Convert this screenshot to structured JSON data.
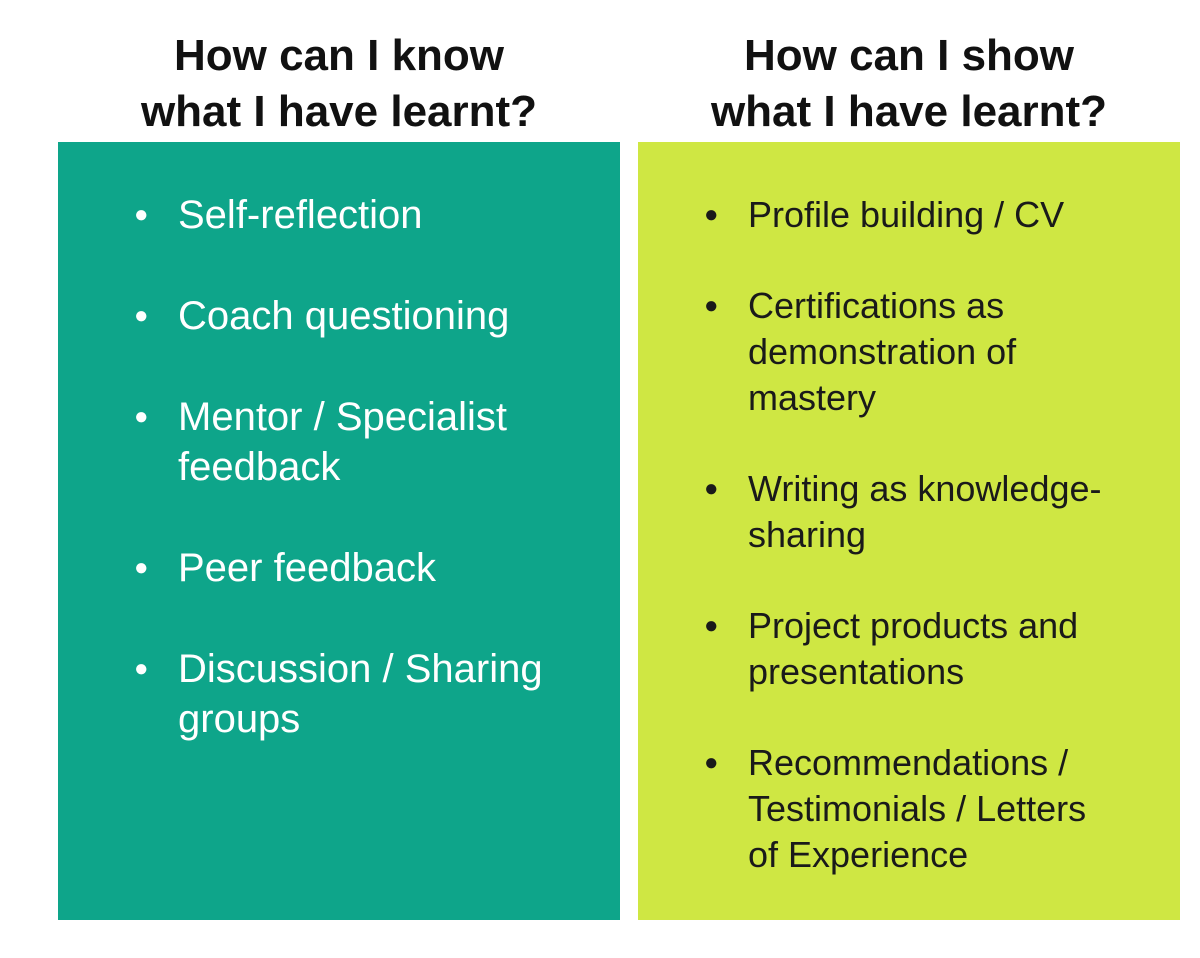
{
  "left": {
    "heading": [
      "How can I know",
      "what I have learnt?"
    ],
    "color": "#0ea58a",
    "items": [
      [
        "Self-reflection"
      ],
      [
        "Coach questioning"
      ],
      [
        "Mentor / Specialist",
        "feedback"
      ],
      [
        "Peer feedback"
      ],
      [
        "Discussion / Sharing",
        "groups"
      ]
    ]
  },
  "right": {
    "heading": [
      "How can I show",
      "what I have learnt?"
    ],
    "color": "#cfe743",
    "items": [
      [
        "Profile building / CV"
      ],
      [
        "Certifications as",
        "demonstration of",
        "mastery"
      ],
      [
        "Writing as knowledge-",
        "sharing"
      ],
      [
        "Project products and",
        "presentations"
      ],
      [
        "Recommendations /",
        "Testimonials / Letters",
        "of Experience"
      ]
    ]
  }
}
